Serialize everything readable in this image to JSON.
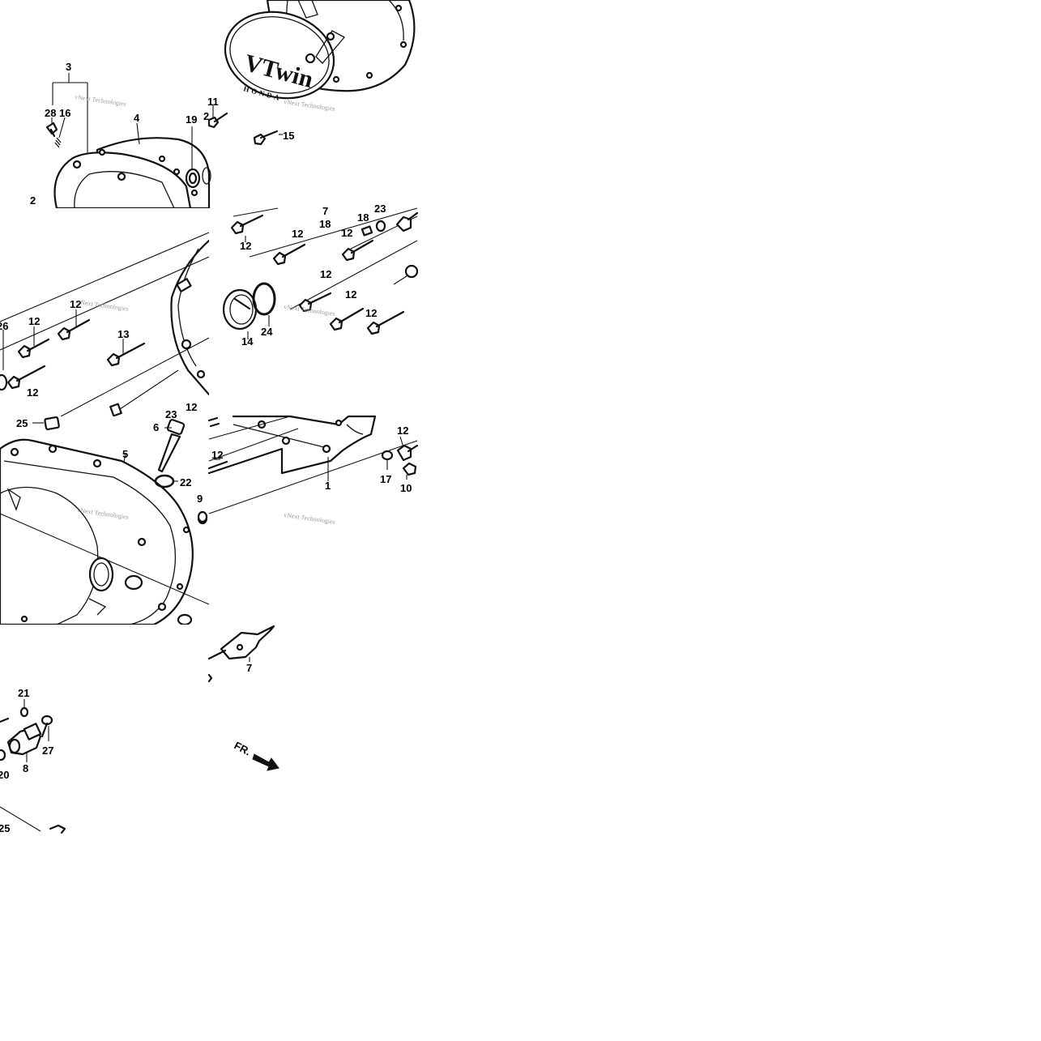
{
  "diagram": {
    "callouts": {
      "c3": "3",
      "c28": "28",
      "c16": "16",
      "c4": "4",
      "c19": "19",
      "c11": "11",
      "c2_bolt": "2",
      "c15": "15",
      "c2_left": "2",
      "c26": "26",
      "c12": "12",
      "c13": "13",
      "c14": "14",
      "c24": "24",
      "c18": "18",
      "c23": "23",
      "c7_top": "7",
      "c25": "25",
      "c6": "6",
      "c5": "5",
      "c22": "22",
      "c9": "9",
      "c1": "1",
      "c17": "17",
      "c10": "10",
      "c7": "7",
      "c21": "21",
      "c27": "27",
      "c8": "8",
      "c20": "20"
    },
    "emblem": {
      "logo": "VTwin",
      "brand": "HONDA"
    },
    "front_marker": "FR.",
    "watermark": "vNext Technologies"
  }
}
